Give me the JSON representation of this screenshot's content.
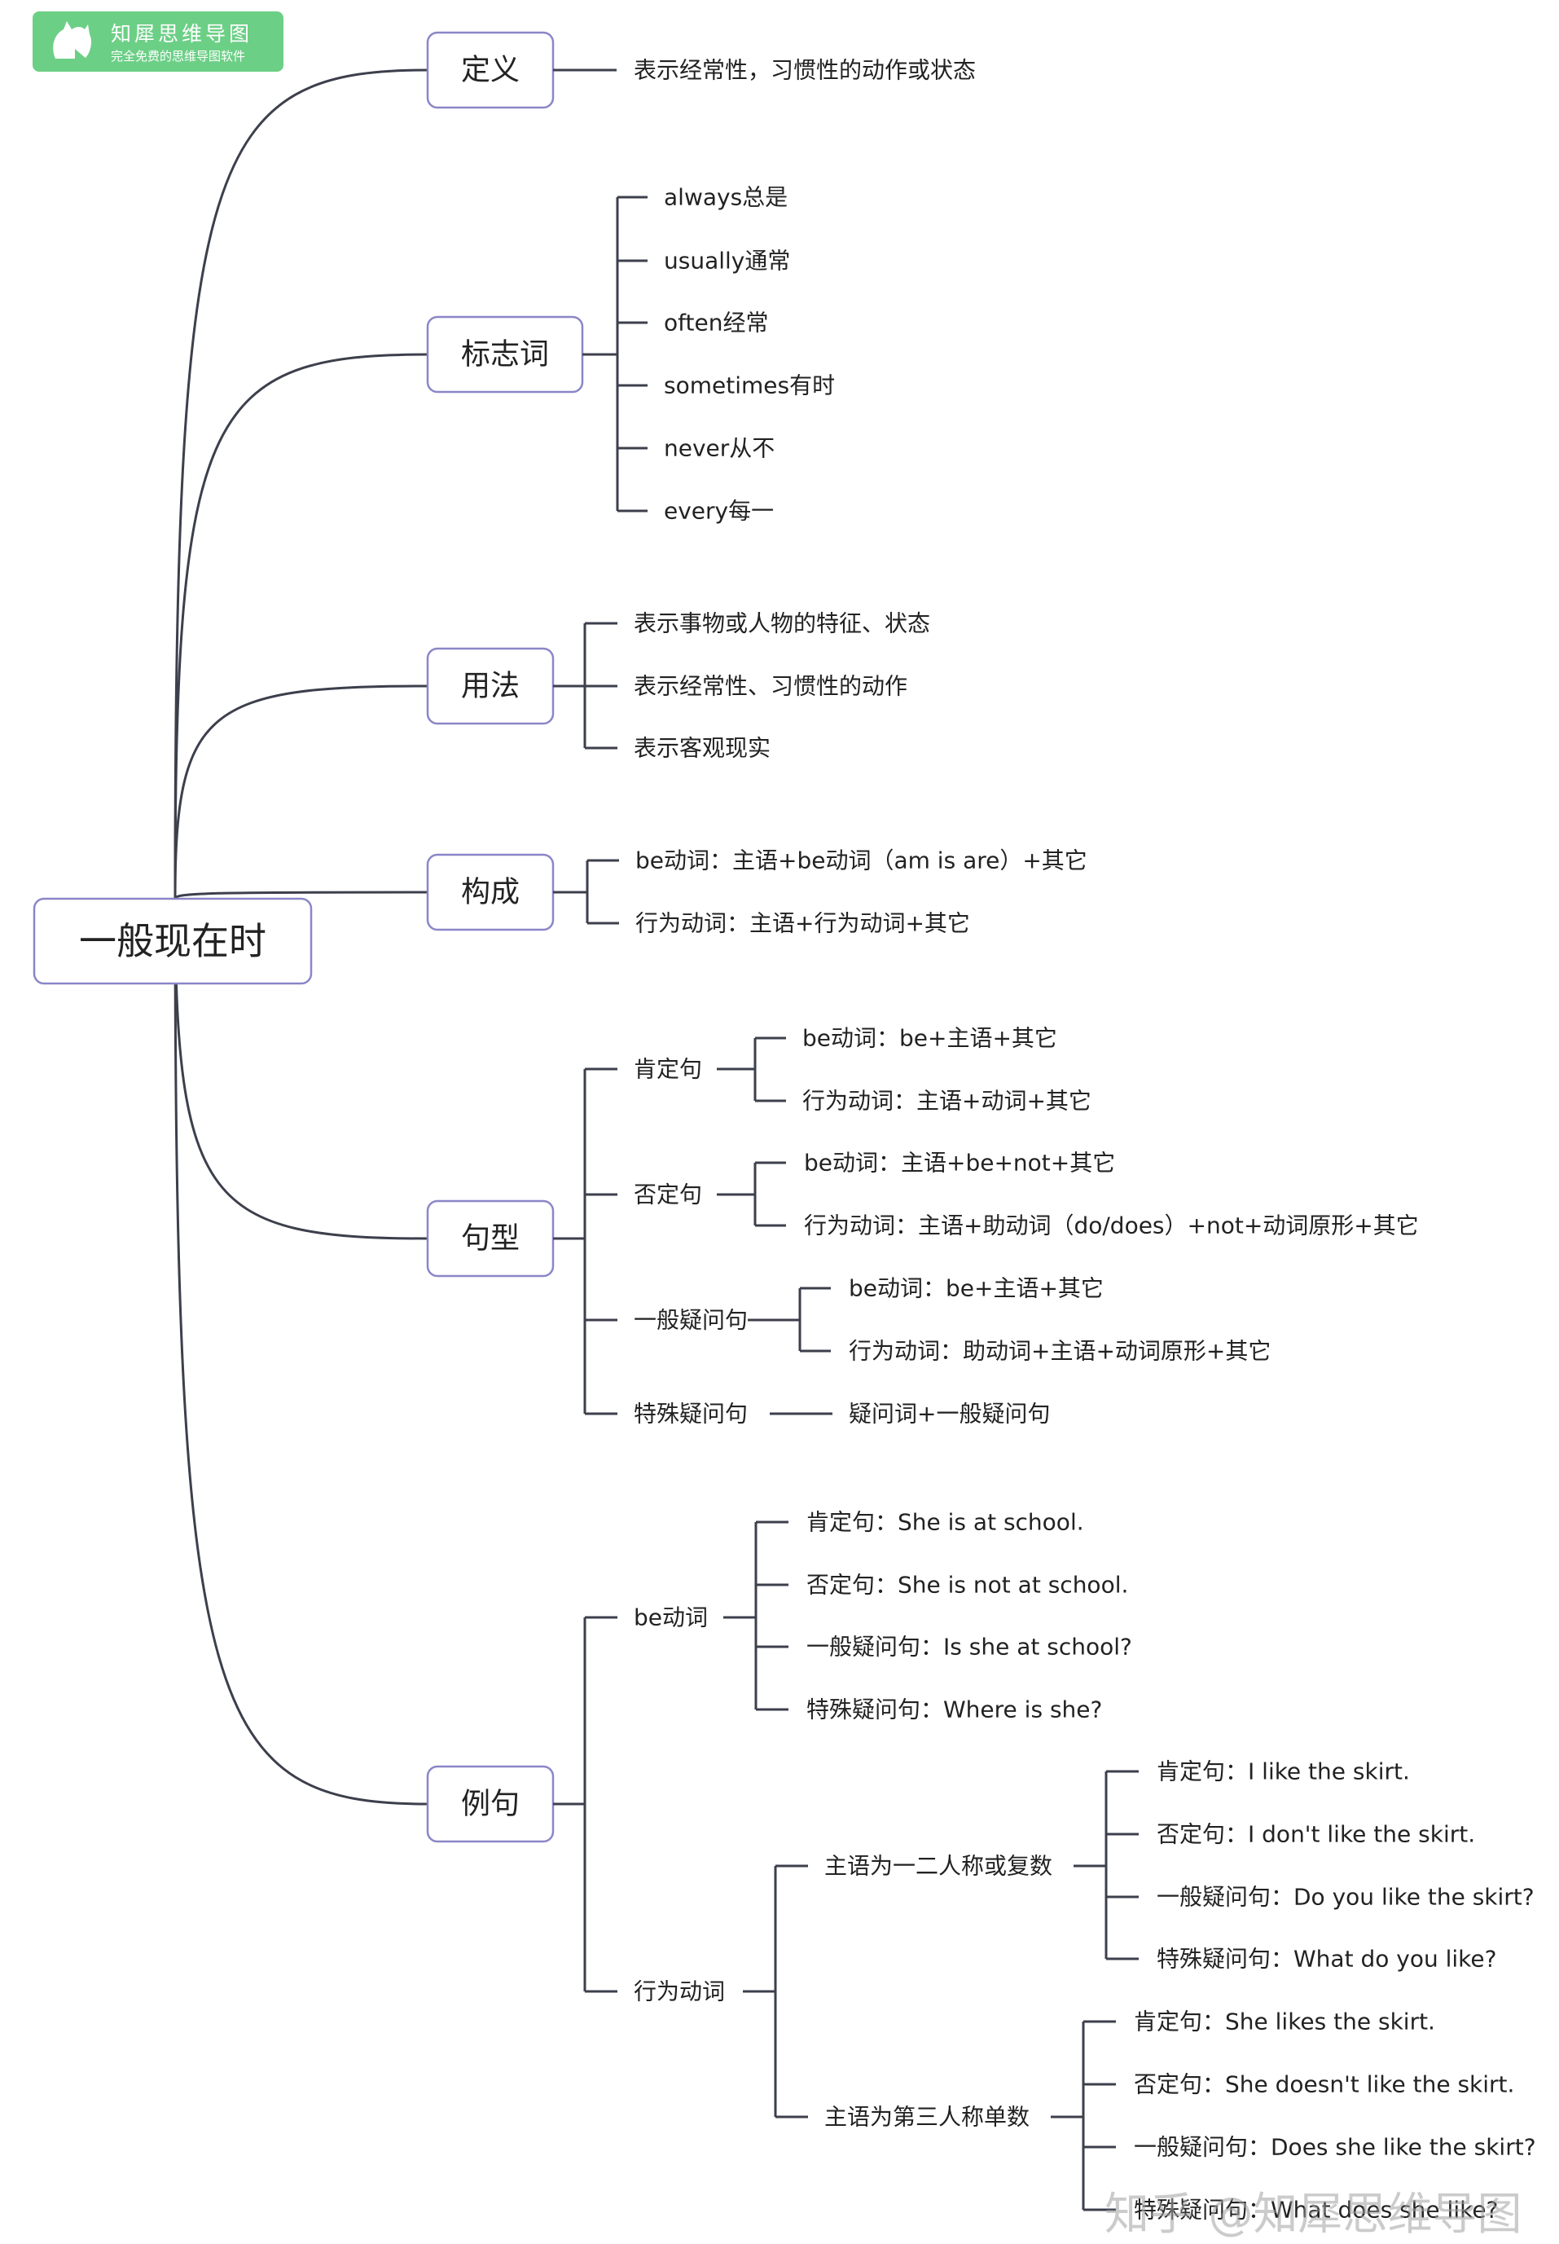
{
  "logo": {
    "title": "知犀思维导图",
    "subtitle": "完全免费的思维导图软件"
  },
  "watermark": "知乎 @知犀思维导图",
  "mindmap": {
    "root": "一般现在时",
    "branches": [
      {
        "label": "定义",
        "items": [
          {
            "text": "表示经常性，习惯性的动作或状态"
          }
        ]
      },
      {
        "label": "标志词",
        "items": [
          {
            "text": "always总是"
          },
          {
            "text": "usually通常"
          },
          {
            "text": "often经常"
          },
          {
            "text": "sometimes有时"
          },
          {
            "text": "never从不"
          },
          {
            "text": "every每一"
          }
        ]
      },
      {
        "label": "用法",
        "items": [
          {
            "text": "表示事物或人物的特征、状态"
          },
          {
            "text": "表示经常性、习惯性的动作"
          },
          {
            "text": "表示客观现实"
          }
        ]
      },
      {
        "label": "构成",
        "items": [
          {
            "text": "be动词：主语+be动词（am is are）+其它"
          },
          {
            "text": "行为动词：主语+行为动词+其它"
          }
        ]
      },
      {
        "label": "句型",
        "items": [
          {
            "text": "肯定句",
            "children": [
              {
                "text": "be动词：be+主语+其它"
              },
              {
                "text": "行为动词：主语+动词+其它"
              }
            ]
          },
          {
            "text": "否定句",
            "children": [
              {
                "text": "be动词：主语+be+not+其它"
              },
              {
                "text": "行为动词：主语+助动词（do/does）+not+动词原形+其它"
              }
            ]
          },
          {
            "text": "一般疑问句",
            "children": [
              {
                "text": "be动词：be+主语+其它"
              },
              {
                "text": "行为动词：助动词+主语+动词原形+其它"
              }
            ]
          },
          {
            "text": "特殊疑问句",
            "children": [
              {
                "text": "疑问词+一般疑问句"
              }
            ]
          }
        ]
      },
      {
        "label": "例句",
        "items": [
          {
            "text": "be动词",
            "children": [
              {
                "text": "肯定句：She is at school."
              },
              {
                "text": "否定句：She is not at school."
              },
              {
                "text": "一般疑问句：Is she at school?"
              },
              {
                "text": "特殊疑问句：Where is she?"
              }
            ]
          },
          {
            "text": "行为动词",
            "children": [
              {
                "text": "主语为一二人称或复数",
                "children": [
                  {
                    "text": "肯定句：I like the skirt."
                  },
                  {
                    "text": "否定句：I don't like the skirt."
                  },
                  {
                    "text": "一般疑问句：Do you like the skirt?"
                  },
                  {
                    "text": "特殊疑问句：What do you like?"
                  }
                ]
              },
              {
                "text": "主语为第三人称单数",
                "children": [
                  {
                    "text": "肯定句：She likes the skirt."
                  },
                  {
                    "text": "否定句：She doesn't like the skirt."
                  },
                  {
                    "text": "一般疑问句：Does she like the skirt?"
                  },
                  {
                    "text": "特殊疑问句：What does she like?"
                  }
                ]
              }
            ]
          }
        ]
      }
    ]
  },
  "colors": {
    "line": "#3c3f4c",
    "node_border": "#8a86c8",
    "logo_bg": "#6ccf86"
  }
}
